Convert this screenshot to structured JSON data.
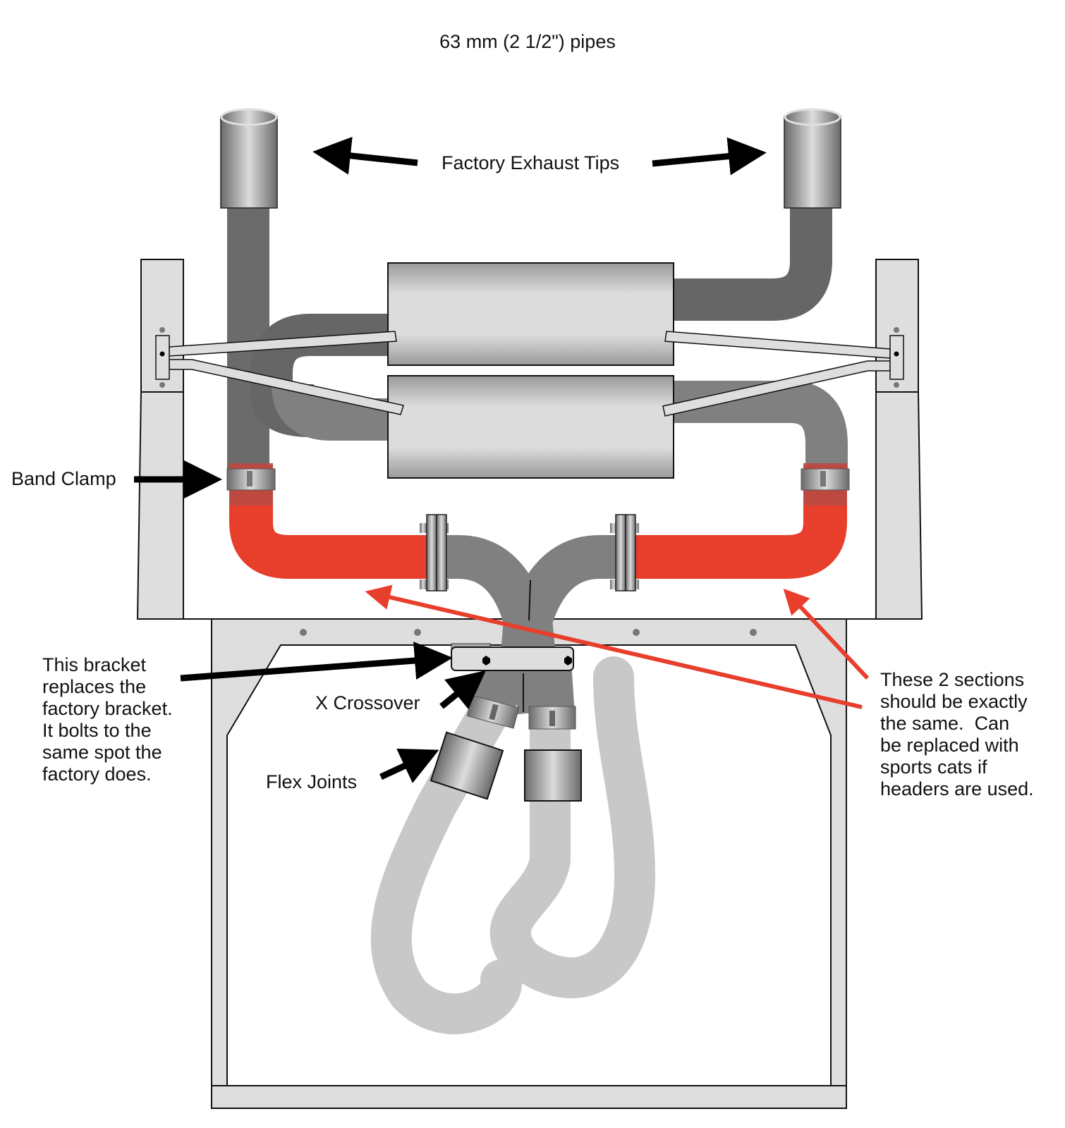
{
  "title": "63 mm (2 1/2\") pipes",
  "labels": {
    "exhaust_tips": "Factory Exhaust Tips",
    "band_clamp": "Band Clamp",
    "bracket_note": [
      "This bracket",
      "replaces the",
      "factory bracket.",
      "It bolts to the",
      "same spot the",
      "factory does."
    ],
    "x_crossover": "X Crossover",
    "flex_joints": "Flex Joints",
    "sections_note": [
      "These 2 sections",
      "should be exactly",
      "the same.  Can",
      "be replaced with",
      "sports cats if",
      "headers are used."
    ]
  },
  "colors": {
    "highlight_red": "#e83e2c",
    "pipe_dark": "#666666",
    "pipe_mid": "#808080",
    "pipe_light": "#c8c8c8",
    "frame_fill": "#dedede",
    "arrow_black": "#000000"
  }
}
